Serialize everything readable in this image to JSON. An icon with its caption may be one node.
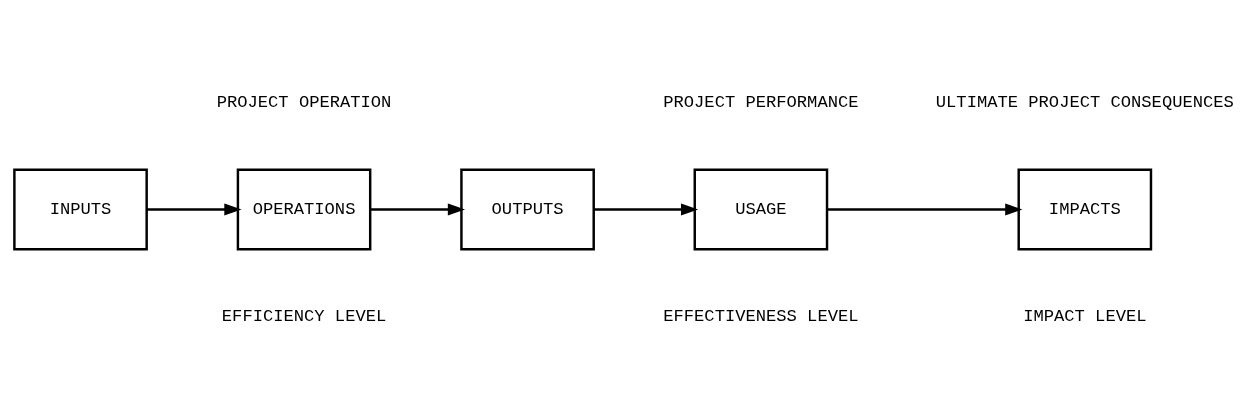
{
  "diagram": {
    "nodes": [
      {
        "text": [
          "INPUTS"
        ]
      },
      {
        "text": [
          "OPERATIONS"
        ]
      },
      {
        "text": [
          "OUTPUTS"
        ]
      },
      {
        "text": [
          "USAGE"
        ]
      },
      {
        "text": [
          "IMPACTS"
        ]
      }
    ],
    "edges": [
      {
        "from": 0,
        "to": 1,
        "arrow": "to"
      },
      {
        "from": 1,
        "to": 2,
        "arrow": "to"
      },
      {
        "from": 2,
        "to": 3,
        "arrow": "to"
      },
      {
        "from": 3,
        "to": 4,
        "arrow": "to"
      }
    ],
    "labels": [
      "PROJECT OPERATION",
      "PROJECT PERFORMANCE",
      "ULTIMATE PROJECT CONSEQUENCES",
      "EFFICIENCY LEVEL",
      "EFFECTIVENESS LEVEL",
      "IMPACT LEVEL"
    ]
  }
}
